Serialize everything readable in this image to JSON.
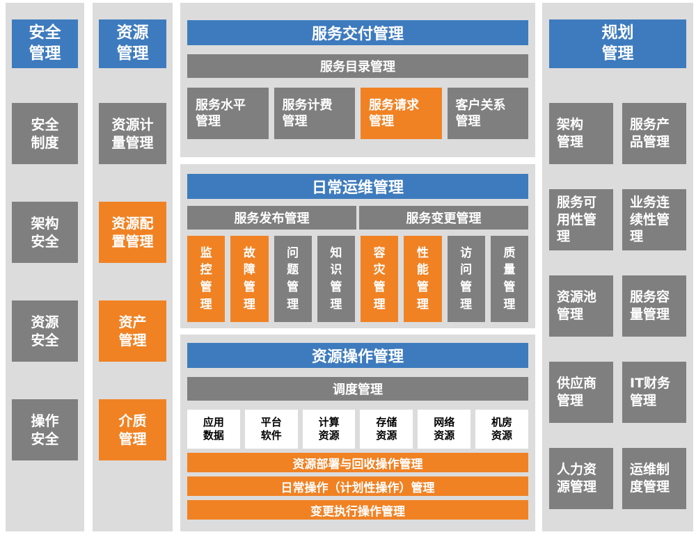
{
  "colors": {
    "header_blue": "#3E7BBE",
    "box_gray": "#7F7F7F",
    "highlight_orange": "#F08224",
    "panel_background": "#DCDCDC",
    "white_box_text": "#000000"
  },
  "security": {
    "header": "安全\n管理",
    "items": [
      {
        "label": "安全\n制度",
        "variant": "gray"
      },
      {
        "label": "架构\n安全",
        "variant": "gray"
      },
      {
        "label": "资源\n安全",
        "variant": "gray"
      },
      {
        "label": "操作\n安全",
        "variant": "gray"
      }
    ]
  },
  "resource": {
    "header": "资源\n管理",
    "items": [
      {
        "label": "资源计\n量管理",
        "variant": "gray"
      },
      {
        "label": "资源配\n置管理",
        "variant": "orange"
      },
      {
        "label": "资产\n管理",
        "variant": "orange"
      },
      {
        "label": "介质\n管理",
        "variant": "orange"
      }
    ]
  },
  "service_delivery": {
    "title": "服务交付管理",
    "subtitle": "服务目录管理",
    "items": [
      {
        "label": "服务水平\n管理",
        "variant": "gray"
      },
      {
        "label": "服务计费\n管理",
        "variant": "gray"
      },
      {
        "label": "服务请求\n管理",
        "variant": "orange"
      },
      {
        "label": "客户关系\n管理",
        "variant": "gray"
      }
    ]
  },
  "daily_ops": {
    "title": "日常运维管理",
    "group_left": "服务发布管理",
    "group_right": "服务变更管理",
    "items": [
      {
        "label": "监\n控\n管\n理",
        "variant": "orange"
      },
      {
        "label": "故\n障\n管\n理",
        "variant": "orange"
      },
      {
        "label": "问\n题\n管\n理",
        "variant": "gray"
      },
      {
        "label": "知\n识\n管\n理",
        "variant": "gray"
      },
      {
        "label": "容\n灾\n管\n理",
        "variant": "orange"
      },
      {
        "label": "性\n能\n管\n理",
        "variant": "orange"
      },
      {
        "label": "访\n问\n管\n理",
        "variant": "gray"
      },
      {
        "label": "质\n量\n管\n理",
        "variant": "gray"
      }
    ]
  },
  "resource_ops": {
    "title": "资源操作管理",
    "subtitle": "调度管理",
    "resources": [
      {
        "label": "应用\n数据"
      },
      {
        "label": "平台\n软件"
      },
      {
        "label": "计算\n资源"
      },
      {
        "label": "存储\n资源"
      },
      {
        "label": "网络\n资源"
      },
      {
        "label": "机房\n资源"
      }
    ],
    "bars": [
      {
        "label": "资源部署与回收操作管理"
      },
      {
        "label": "日常操作（计划性操作）管理"
      },
      {
        "label": "变更执行操作管理"
      }
    ]
  },
  "planning": {
    "header": "规划\n管理",
    "items": [
      {
        "label": "架构\n管理",
        "variant": "gray"
      },
      {
        "label": "服务产\n品管理",
        "variant": "gray"
      },
      {
        "label": "服务可\n用性管\n理",
        "variant": "gray"
      },
      {
        "label": "业务连\n续性管\n理",
        "variant": "gray"
      },
      {
        "label": "资源池\n管理",
        "variant": "gray"
      },
      {
        "label": "服务容\n量管理",
        "variant": "gray"
      },
      {
        "label": "供应商\n管理",
        "variant": "gray"
      },
      {
        "label": "IT财务\n管理",
        "variant": "gray"
      },
      {
        "label": "人力资\n源管理",
        "variant": "gray"
      },
      {
        "label": "运维制\n度管理",
        "variant": "gray"
      }
    ]
  }
}
